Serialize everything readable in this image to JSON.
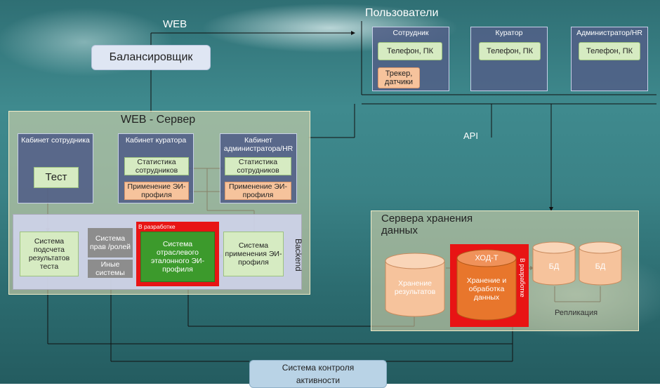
{
  "web_label": "WEB",
  "balancer": "Балансировщик",
  "users": {
    "title": "Пользователи",
    "columns": [
      {
        "name": "Сотрудник",
        "items": [
          "Телефон, ПК",
          "Трекер, датчики"
        ]
      },
      {
        "name": "Куратор",
        "items": [
          "Телефон, ПК"
        ]
      },
      {
        "name": "Администратор/HR",
        "items": [
          "Телефон, ПК"
        ]
      }
    ]
  },
  "web_server": {
    "title": "WEB - Сервер",
    "cabinet_employee": "Кабинет сотрудника",
    "cabinet_curator": "Кабинет куратора",
    "cabinet_admin": "Кабинет администратора/HR",
    "test": "Тест",
    "stats1": "Статистика сотрудников",
    "stats2": "Статистика сотрудников",
    "apply1": "Применение ЭИ-профиля",
    "apply2": "Применение ЭИ-профиля"
  },
  "backend": {
    "label": "Backend",
    "scoring": "Система подсчета результатов теста",
    "rights": "Система прав /ролей",
    "other": "Иные системы",
    "in_dev": "В разработке",
    "reference": "Система отраслевого эталонного ЭИ-профиля",
    "apply_system": "Система применения ЭИ-профиля"
  },
  "api_label": "API",
  "storage": {
    "title": "Сервера хранения данных",
    "results": "Хранение результатов",
    "hod_title": "ХОД-Т",
    "hod_body": "Хранение и обработка данных",
    "in_dev": "В разработке",
    "db1": "БД",
    "db2": "БД",
    "replication": "Репликация"
  },
  "activity": "Система контроля активности"
}
